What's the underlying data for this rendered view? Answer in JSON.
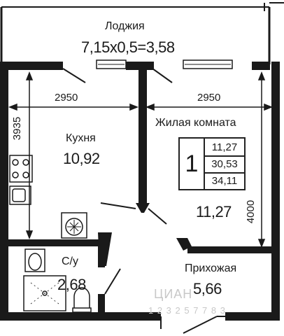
{
  "rooms": {
    "loggia": {
      "name": "Лоджия",
      "area": "7,15x0,5=3,58"
    },
    "kitchen": {
      "name": "Кухня",
      "area": "10,92"
    },
    "living": {
      "name": "Жилая комната",
      "area": "11,27"
    },
    "bathroom": {
      "name": "С/у",
      "area": "2,68"
    },
    "hallway": {
      "name": "Прихожая",
      "area": "5,66"
    }
  },
  "dimensions": {
    "kitchen_width": "2950",
    "kitchen_depth": "3935",
    "living_width": "2950",
    "living_depth": "4000"
  },
  "summary": {
    "room_count": "1",
    "living_area": "11,27",
    "total_area": "30,53",
    "total_with_loggia": "34,11"
  },
  "watermark": {
    "text": "ЦИАН",
    "id": "1 2 3 2 5 7 7 8 3"
  },
  "colors": {
    "wall": "#1a1a1a",
    "line": "#222222",
    "watermark": "#c8c8c8"
  }
}
